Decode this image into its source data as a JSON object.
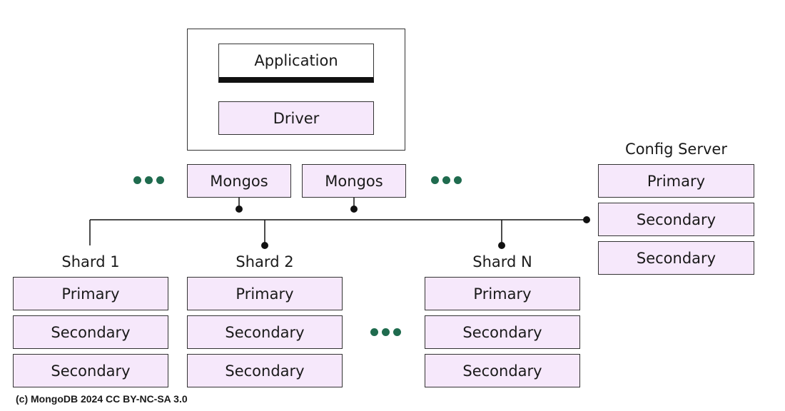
{
  "client": {
    "application_label": "Application",
    "driver_label": "Driver"
  },
  "routers": {
    "mongos_1": "Mongos",
    "mongos_2": "Mongos"
  },
  "config_server": {
    "title": "Config Server",
    "members": [
      "Primary",
      "Secondary",
      "Secondary"
    ]
  },
  "shards": [
    {
      "title": "Shard 1",
      "members": [
        "Primary",
        "Secondary",
        "Secondary"
      ]
    },
    {
      "title": "Shard 2",
      "members": [
        "Primary",
        "Secondary",
        "Secondary"
      ]
    },
    {
      "title": "Shard N",
      "members": [
        "Primary",
        "Secondary",
        "Secondary"
      ]
    }
  ],
  "copyright": "(c) MongoDB 2024 CC BY-NC-SA 3.0",
  "colors": {
    "node_fill": "#f6e8fb",
    "ellipsis_dots": "#1f6b4e",
    "line": "#111111"
  }
}
